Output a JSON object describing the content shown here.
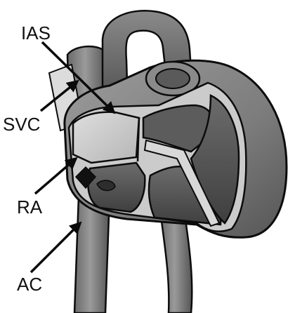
{
  "labels": {
    "ias": "IAS",
    "svc": "SVC",
    "ra": "RA",
    "ac": "AC"
  },
  "colors": {
    "outline": "#0c0c0c",
    "arrow": "#0a0a0a",
    "wall_light": "#cfcfcf",
    "vessel_dark": "#5d5d5d",
    "chamber_dark": "#4f4f4f"
  }
}
